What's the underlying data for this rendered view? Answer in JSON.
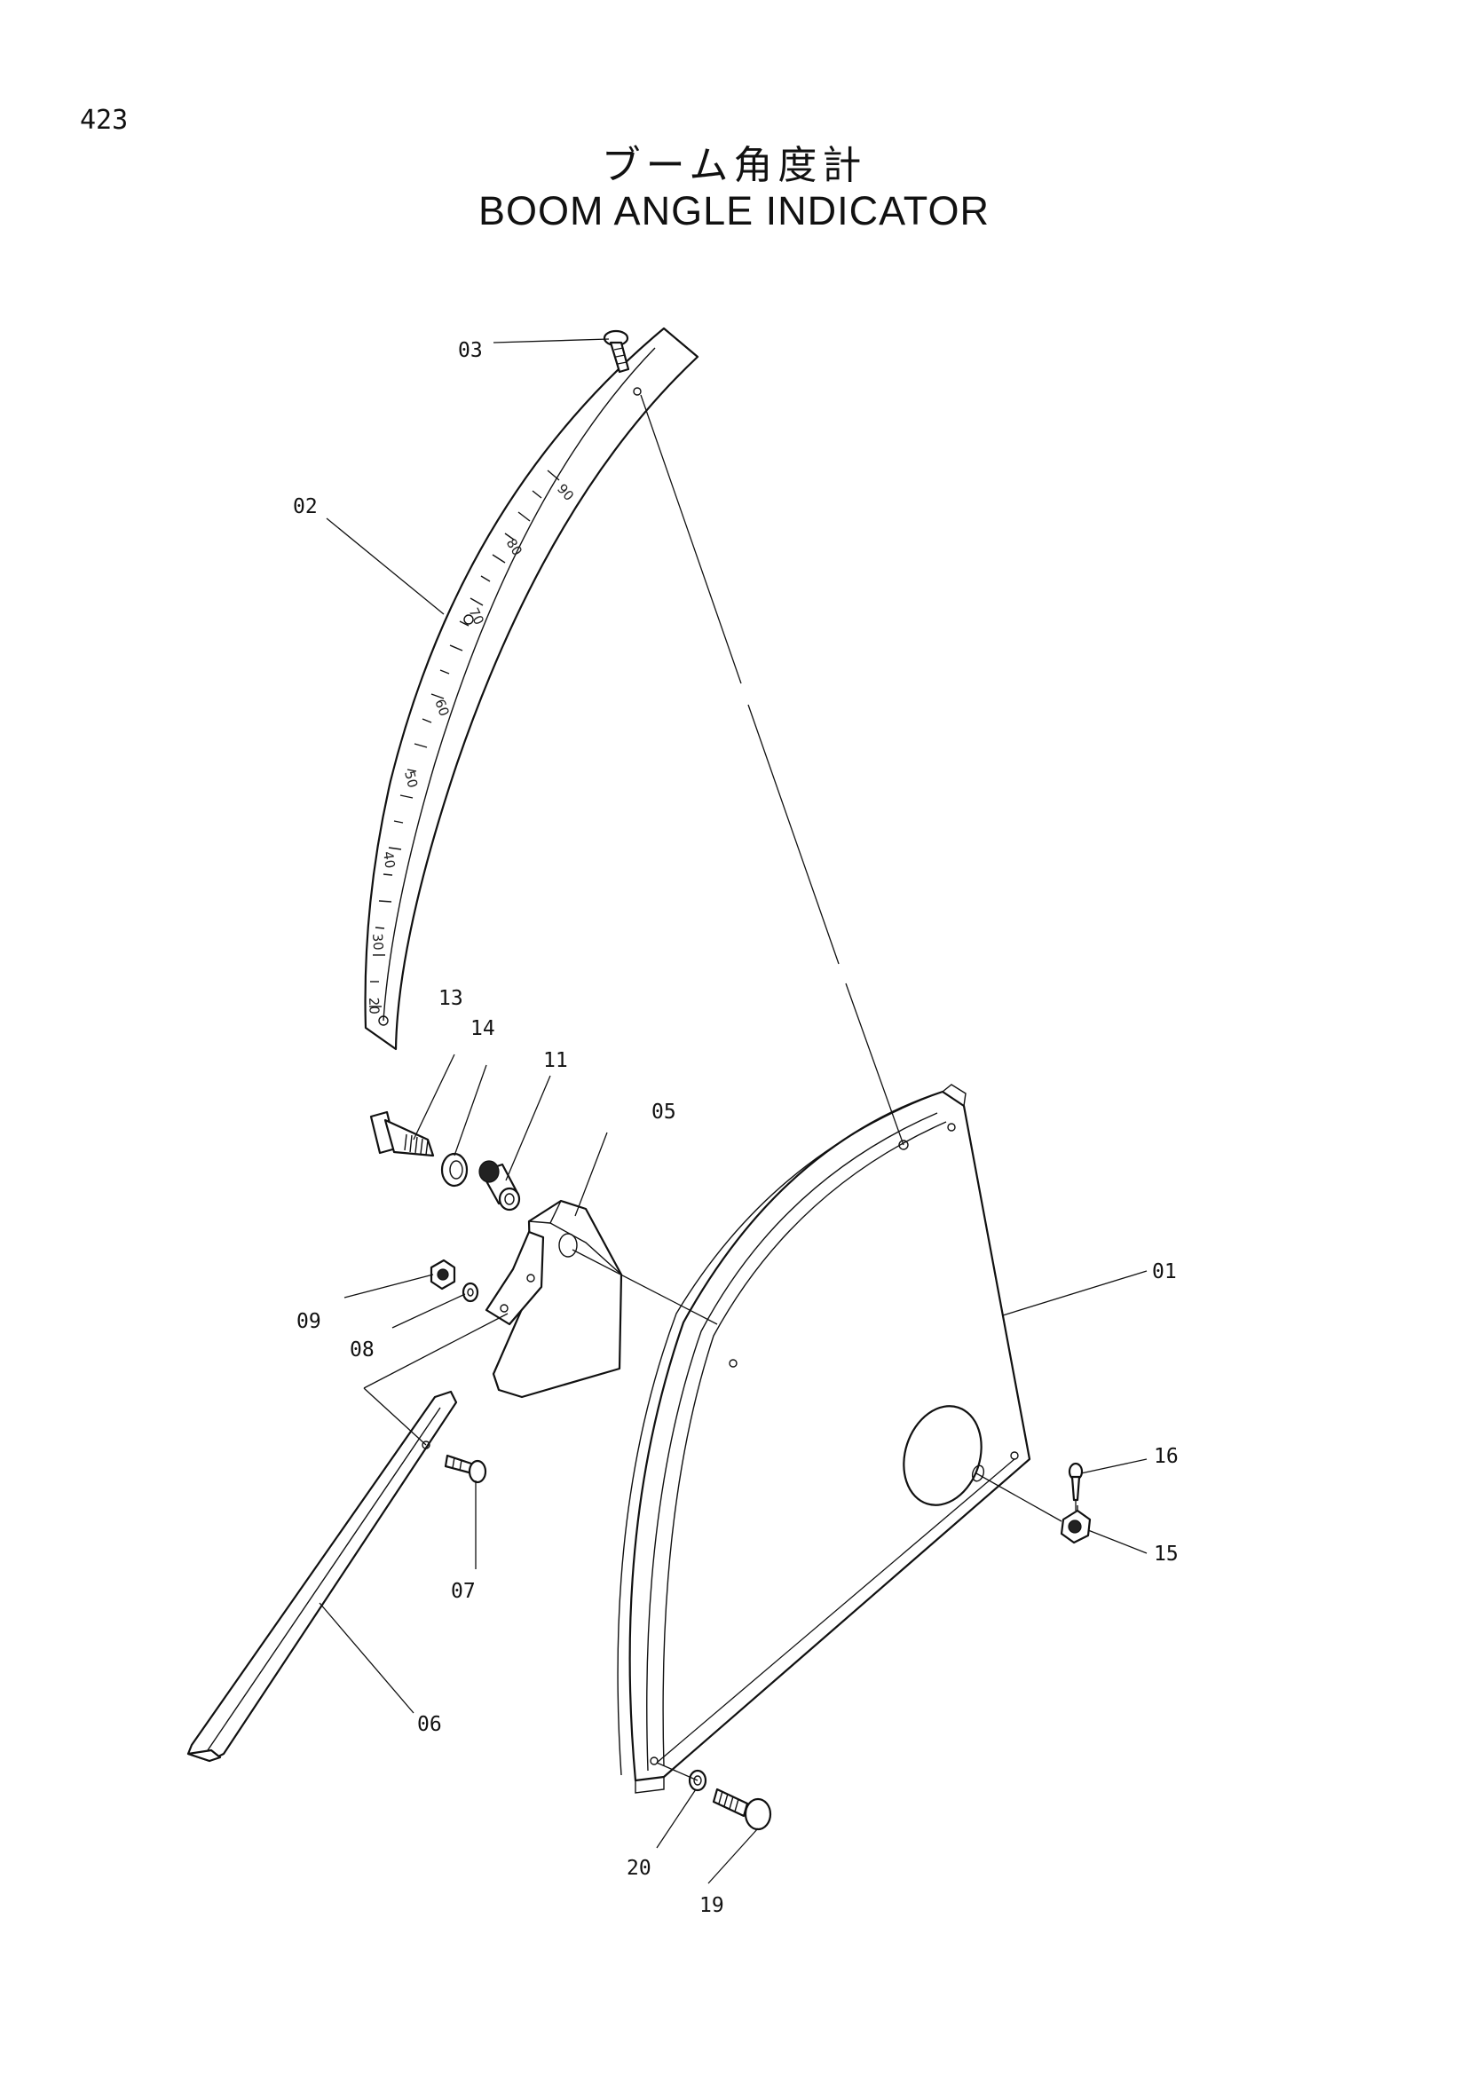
{
  "page_number": "423",
  "title_jp": "ブーム角度計",
  "title_en": "BOOM ANGLE INDICATOR",
  "callouts": {
    "p01": "01",
    "p02": "02",
    "p03": "03",
    "p05": "05",
    "p06": "06",
    "p07": "07",
    "p08": "08",
    "p09": "09",
    "p11": "11",
    "p13": "13",
    "p14": "14",
    "p15": "15",
    "p16": "16",
    "p19": "19",
    "p20": "20"
  },
  "scale_labels": {
    "s20": "20",
    "s30": "30",
    "s40": "40",
    "s50": "50",
    "s60": "60",
    "s70": "70",
    "s80": "80",
    "s90": "90"
  }
}
